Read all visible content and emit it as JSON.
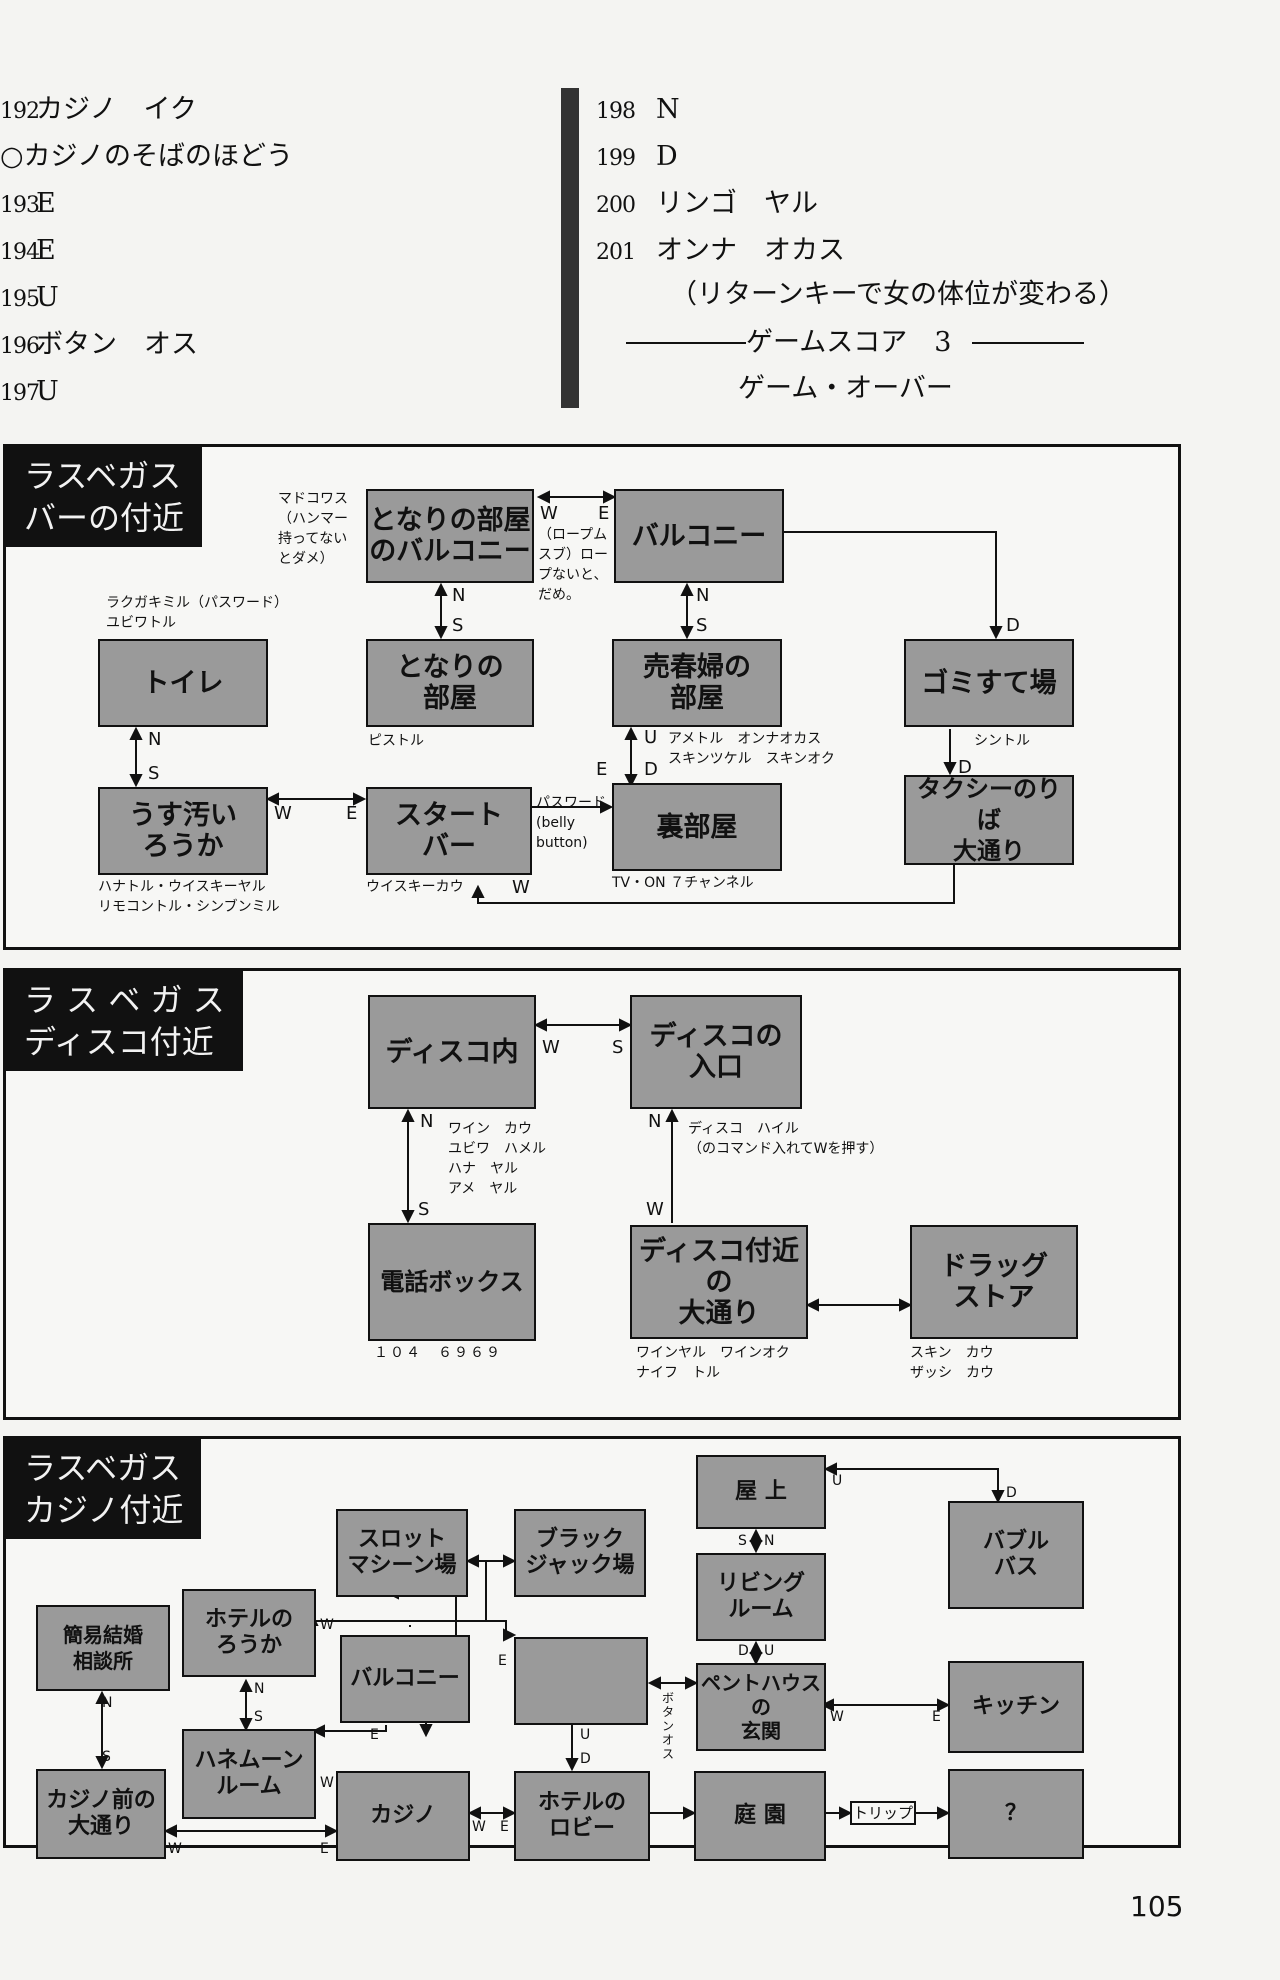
{
  "steps_left": [
    {
      "num": "192",
      "text": "カジノ　イク"
    },
    {
      "num": "",
      "text": "○カジノのそばのほどう"
    },
    {
      "num": "193",
      "text": "E"
    },
    {
      "num": "194",
      "text": "E"
    },
    {
      "num": "195",
      "text": "U"
    },
    {
      "num": "196",
      "text": "ボタン　オス"
    },
    {
      "num": "197",
      "text": "U"
    }
  ],
  "steps_right": [
    {
      "num": "198",
      "text": "N"
    },
    {
      "num": "199",
      "text": "D"
    },
    {
      "num": "200",
      "text": "リンゴ　ヤル"
    },
    {
      "num": "201",
      "text": "オンナ　オカス"
    }
  ],
  "note": "（リターンキーで女の体位が変わる）",
  "score": "ゲームスコア　3",
  "gameover": "ゲーム・オーバー",
  "page_number": "105",
  "panel1": {
    "title": "ラスベガス\nバーの付近",
    "rooms": {
      "next_balcony": "となりの部屋\nのバルコニー",
      "balcony": "バルコニー",
      "toilet": "トイレ",
      "next_room": "となりの\n部屋",
      "prostitute_room": "売春婦の\n部屋",
      "dump": "ゴミすて場",
      "hallway": "うす汚い\nろうか",
      "start_bar": "スタート\nバー",
      "back_room": "裏部屋",
      "taxi": "タクシーのりば\n大通り"
    },
    "labels": {
      "madokowasu": "マドコワス\n（ハンマー\n持ってない\nとダメ）",
      "rope": "（ロープム\nスブ）ロー\nプないと、\nだめ。",
      "toilet_note": "ラクガキミル（パスワード）\nユビワトル",
      "pistol": "ピストル",
      "prostitute_note": "アメトル　オンナオカス\nスキンツケル　スキンオク",
      "shintoru": "シントル",
      "password": "パスワード\n(belly\n button)",
      "whisky": "ウイスキーカウ",
      "tv": "TV・ON ７チャンネル",
      "hallway_note": "ハナトル・ウイスキーヤル\nリモコントル・シンブンミル"
    }
  },
  "panel2": {
    "title": "ラ ス ベ ガ ス\nディスコ付近",
    "rooms": {
      "disco_in": "ディスコ内",
      "disco_entrance": "ディスコの\n入口",
      "phone_box": "電話ボックス",
      "disco_street": "ディスコ付近\nの\n大通り",
      "drugstore": "ドラッグ\nストア"
    },
    "labels": {
      "disco_in_note": "ワイン　カウ\nユビワ　ハメル\nハナ　ヤル\nアメ　ヤル",
      "entrance_note": "ディスコ　ハイル\n（のコマンド入れてWを押す）",
      "phone": "１０４　６９６９",
      "street_note": "ワインヤル　ワインオク\nナイフ　トル",
      "drug_note": "スキン　カウ\nザッシ　カウ"
    }
  },
  "panel3": {
    "title": "ラスベガス\nカジノ付近",
    "rooms": {
      "roof": "屋 上",
      "bubble_bath": "バブル\nバス",
      "slot": "スロット\nマシーン場",
      "blackjack": "ブラック\nジャック場",
      "living": "リビング\nルーム",
      "hotel_hallway": "ホテルの\nろうか",
      "balcony": "バルコニー",
      "marriage": "簡易結婚\n相談所",
      "elevator": "",
      "penthouse": "ペントハウス\nの\n玄関",
      "kitchen": "キッチン",
      "honeymoon": "ハネムーン\nルーム",
      "casino_front": "カジノ前の\n大通り",
      "casino": "カジノ",
      "hotel_lobby": "ホテルの\nロビー",
      "garden": "庭 園",
      "unknown": "？",
      "trip": "トリップ"
    },
    "labels": {
      "button": "ボ\nタ\nン\nオ\nス"
    }
  }
}
